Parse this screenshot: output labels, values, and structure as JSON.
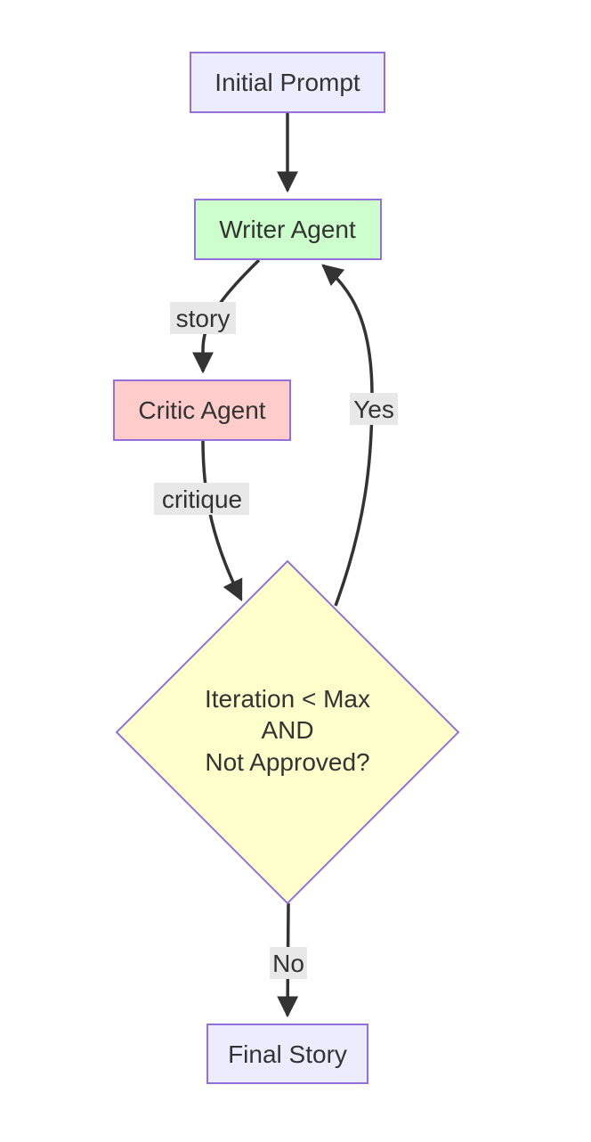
{
  "diagram": {
    "nodes": {
      "initial_prompt": {
        "label": "Initial Prompt",
        "fill": "#ececff",
        "stroke": "#9370db"
      },
      "writer_agent": {
        "label": "Writer Agent",
        "fill": "#ccffcc",
        "stroke": "#9370db"
      },
      "critic_agent": {
        "label": "Critic Agent",
        "fill": "#ffcccc",
        "stroke": "#9370db"
      },
      "decision": {
        "label_line1": "Iteration < Max",
        "label_line2": "AND",
        "label_line3": "Not Approved?",
        "fill": "#ffffcc",
        "stroke": "#9370db"
      },
      "final_story": {
        "label": "Final Story",
        "fill": "#ececff",
        "stroke": "#9370db"
      }
    },
    "edges": {
      "story": "story",
      "critique": "critique",
      "yes": "Yes",
      "no": "No"
    },
    "colors": {
      "edge": "#333333",
      "edge_label_bg": "#e8e8e8",
      "text": "#333333"
    }
  }
}
